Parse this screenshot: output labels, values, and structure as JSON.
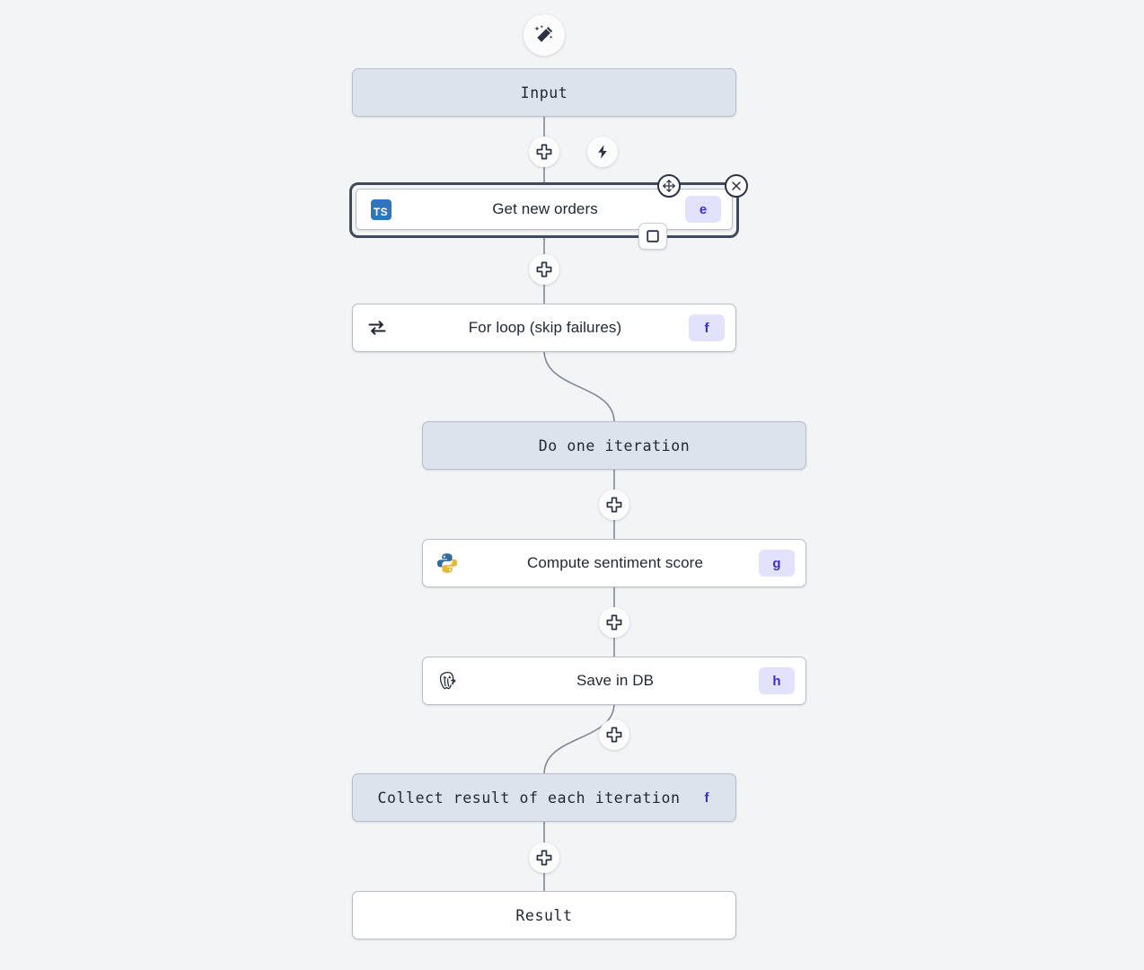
{
  "canvas": {
    "background_color": "#f3f4f6",
    "edge_color": "#7f8896"
  },
  "toolbar": {
    "magic_button": {
      "icon": "magic-wand-icon",
      "label": ""
    }
  },
  "flow": {
    "nodes": [
      {
        "id": "input",
        "label": "Input",
        "font": "mono",
        "fill": "#dde3ec",
        "icon": null,
        "badge": null,
        "selected": false
      },
      {
        "id": "get-new-orders",
        "label": "Get new orders",
        "font": "sans",
        "fill": "#ffffff",
        "icon": "typescript-icon",
        "icon_text": "TS",
        "badge": "e",
        "selected": true
      },
      {
        "id": "for-loop",
        "label": "For loop (skip failures)",
        "font": "sans",
        "fill": "#ffffff",
        "icon": "loop-repeat-icon",
        "badge": "f",
        "selected": false
      },
      {
        "id": "do-one-iteration",
        "label": "Do one iteration",
        "font": "mono",
        "fill": "#dde3ec",
        "icon": null,
        "badge": null,
        "selected": false
      },
      {
        "id": "compute-sentiment-score",
        "label": "Compute sentiment score",
        "font": "sans",
        "fill": "#ffffff",
        "icon": "python-icon",
        "badge": "g",
        "selected": false
      },
      {
        "id": "save-in-db",
        "label": "Save in DB",
        "font": "sans",
        "fill": "#ffffff",
        "icon": "postgresql-icon",
        "badge": "h",
        "selected": false
      },
      {
        "id": "collect-result",
        "label": "Collect result of each iteration",
        "font": "mono",
        "fill": "#dde3ec",
        "icon": null,
        "badge": "f",
        "selected": false
      },
      {
        "id": "result",
        "label": "Result",
        "font": "mono",
        "fill": "#ffffff",
        "icon": null,
        "badge": null,
        "selected": false
      }
    ],
    "add_buttons": [
      {
        "id": "add-after-input",
        "icon": "plus-icon"
      },
      {
        "id": "add-after-get-new-orders",
        "icon": "plus-icon"
      },
      {
        "id": "add-after-do-one-iteration",
        "icon": "plus-icon"
      },
      {
        "id": "add-after-compute-sentiment-score",
        "icon": "plus-icon"
      },
      {
        "id": "add-after-save-in-db",
        "icon": "plus-icon"
      },
      {
        "id": "add-after-collect-result",
        "icon": "plus-icon"
      }
    ],
    "trigger_button": {
      "id": "trigger-after-input",
      "icon": "lightning-bolt-icon"
    },
    "selection_controls": {
      "move_handle": {
        "icon": "move-arrows-icon"
      },
      "close_button": {
        "icon": "close-x-icon"
      },
      "toggle_button": {
        "icon": "square-outline-icon"
      }
    }
  },
  "badges": {
    "background_color": "#e3e2fd",
    "text_color": "#3b2fc9"
  }
}
